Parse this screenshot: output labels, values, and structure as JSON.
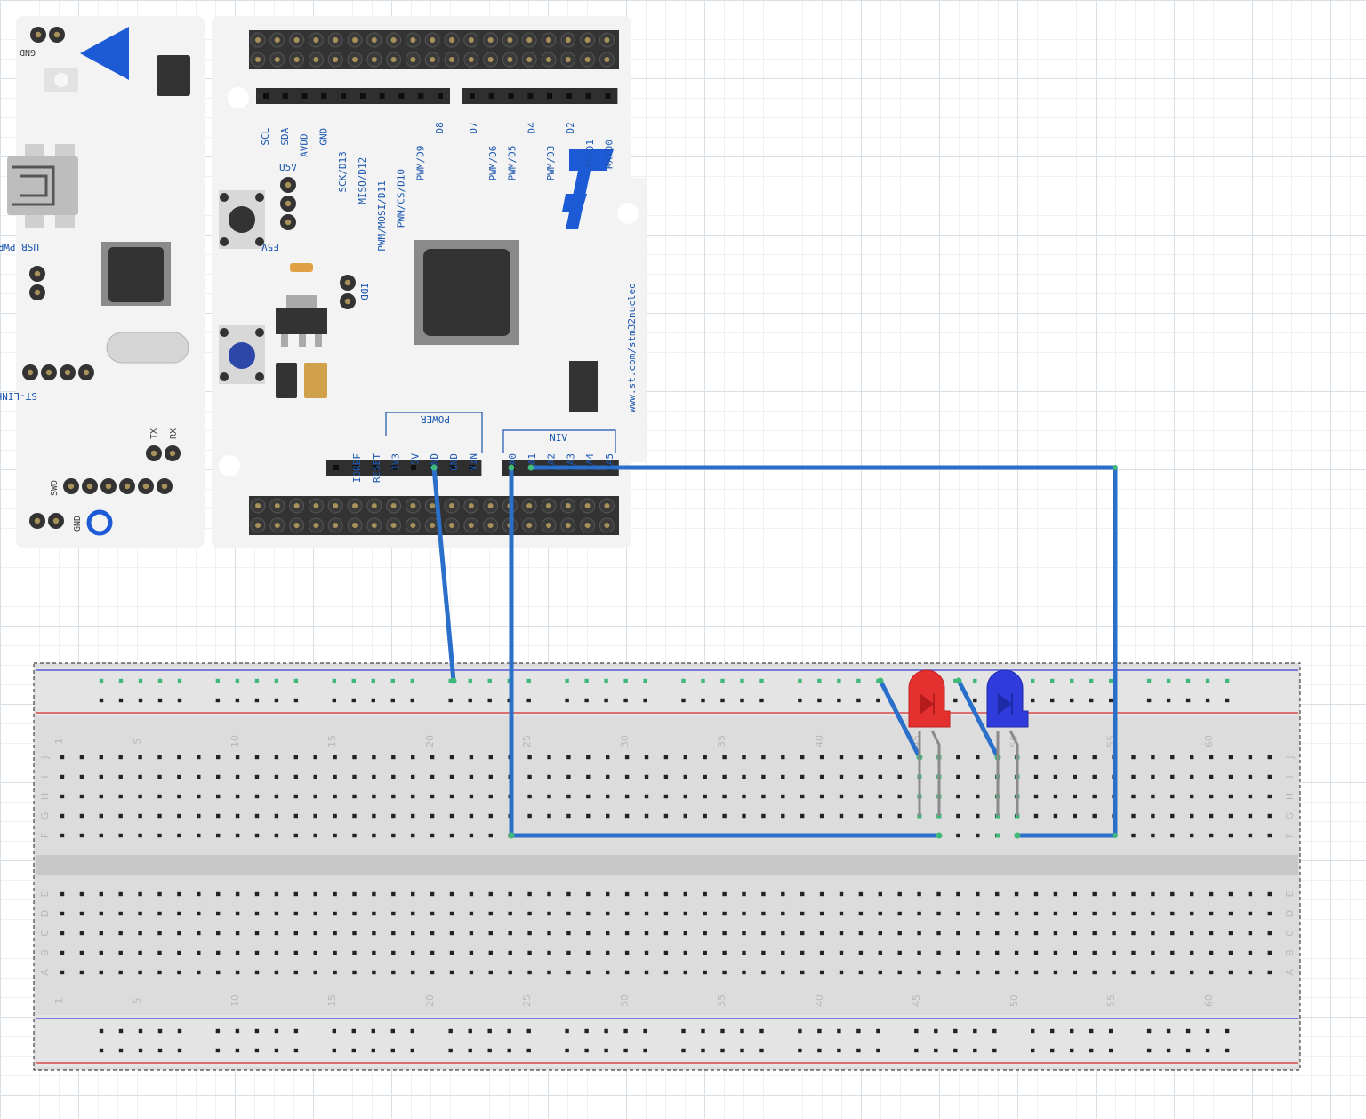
{
  "board": {
    "left_labels": [
      "GND",
      "USB PWR",
      "ST-LINK",
      "TX",
      "RX",
      "SWD",
      "GND"
    ],
    "jumper_labels": [
      "U5V",
      "E5V",
      "IDD"
    ],
    "top_header_labels": [
      "SCL",
      "SDA",
      "AVDD",
      "GND",
      "SCK/D13",
      "MISO/D12",
      "PWM/MOSI/D11",
      "PWM/CS/D10",
      "PWM/D9",
      "D8",
      "D7",
      "PWM/D6",
      "PWM/D5",
      "D4",
      "PWM/D3",
      "D2",
      "TX/D1",
      "RX/D0"
    ],
    "power_group_label": "POWER",
    "power_labels": [
      "IOREF",
      "RESET",
      "3V3",
      "5V",
      "GND",
      "GND",
      "VIN"
    ],
    "ain_group_label": "AIN",
    "ain_labels": [
      "A0",
      "A1",
      "A2",
      "A3",
      "A4",
      "A5"
    ],
    "url_text": "www.st.com/stm32nucleo"
  },
  "breadboard": {
    "column_numbers": [
      "1",
      "5",
      "10",
      "15",
      "20",
      "25",
      "30",
      "35",
      "40",
      "45",
      "50",
      "55",
      "60"
    ],
    "row_letters_top": [
      "J",
      "I",
      "H",
      "G",
      "F"
    ],
    "row_letters_bottom": [
      "E",
      "D",
      "C",
      "B",
      "A"
    ]
  },
  "components": {
    "led_red_color": "#e53030",
    "led_blue_color": "#2f3cdb",
    "wire_color": "#2a6fc9"
  }
}
